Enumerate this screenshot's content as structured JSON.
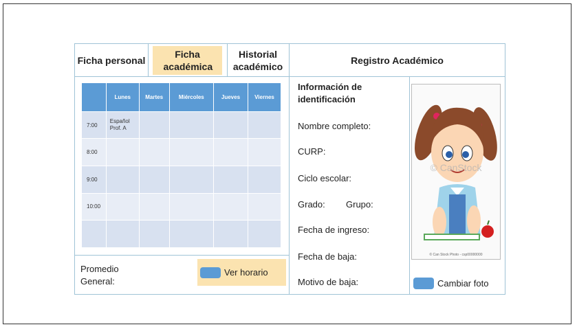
{
  "tabs": [
    {
      "label": "Ficha personal"
    },
    {
      "label": "Ficha académica"
    },
    {
      "label": "Historial académico"
    },
    {
      "label": "Registro Académico"
    }
  ],
  "schedule": {
    "days": [
      "Lunes",
      "Martes",
      "Miércoles",
      "Jueves",
      "Viernes"
    ],
    "rows": [
      {
        "time": "7:00",
        "monday": "Español Prof. A"
      },
      {
        "time": "8:00",
        "monday": ""
      },
      {
        "time": "9:00",
        "monday": ""
      },
      {
        "time": "10:00",
        "monday": ""
      },
      {
        "time": "",
        "monday": ""
      }
    ]
  },
  "average": {
    "label": "Promedio General:"
  },
  "ver_horario": {
    "label": "Ver horario"
  },
  "info": {
    "heading": "Información de identificación",
    "fields": [
      "Nombre completo:",
      "CURP:",
      "Ciclo escolar:",
      "Grado:",
      "Grupo:",
      "Fecha de ingreso:",
      "Fecha de baja:",
      "Motivo de baja:"
    ]
  },
  "photo": {
    "watermark": "© CanStock",
    "caption": "© Can Stock Photo - csp00000000"
  },
  "cambiar_foto": {
    "label": "Cambiar foto"
  },
  "colors": {
    "accent": "#5b9bd5",
    "active_tab": "#fbe3b0",
    "border": "#9fc3d6"
  }
}
